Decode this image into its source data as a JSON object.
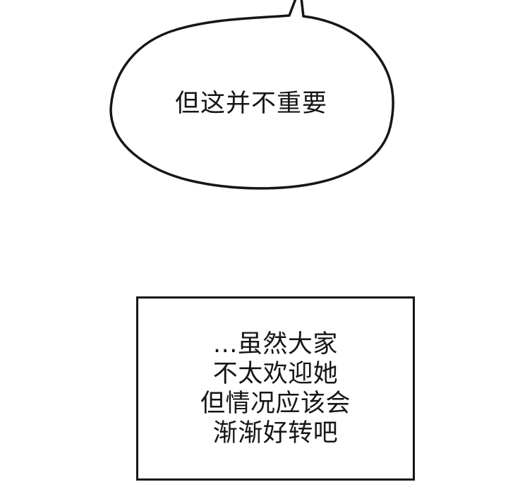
{
  "panel": {
    "background": "#ffffff",
    "ink_color": "#161616"
  },
  "speech_bubble": {
    "text": "但这并不重要"
  },
  "caption_box": {
    "lines": [
      "...虽然大家",
      "不太欢迎她",
      "但情况应该会",
      "渐渐好转吧"
    ]
  }
}
